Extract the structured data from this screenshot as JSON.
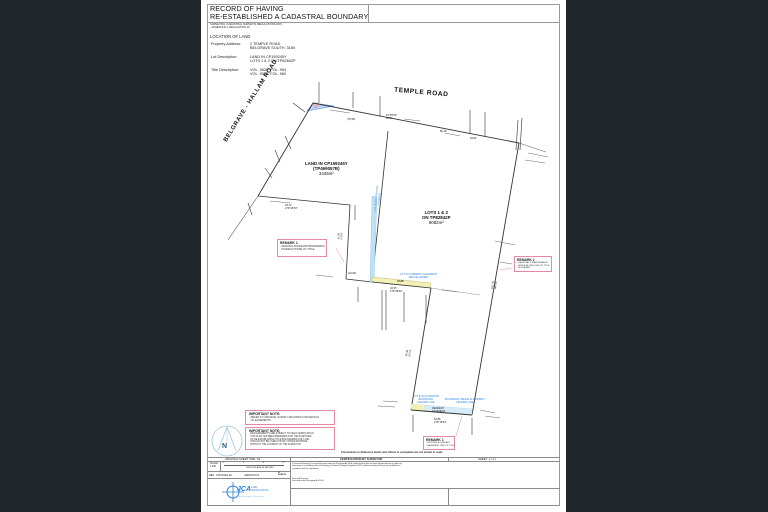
{
  "document": {
    "title_line1": "RECORD OF HAVING",
    "title_line2": "RE-ESTABLISHED A CADASTRAL BOUNDARY",
    "regulations_line1": "SURVEYING (CADASTRAL SURVEYS) REGULATIONS 2015",
    "regulations_line2": "- SCHEDULE 4, REGULATION 16",
    "location_heading": "LOCATION OF LAND",
    "property_address_label": "Property Address:",
    "property_address": "2 TEMPLE ROAD\nBELGRAVE SOUTH, 3160",
    "lot_description_label": "Lot Description:",
    "lot_description": "LAND IN CP159245Y\nLOTS 1 & 2 ON TP82842P",
    "title_description_label": "Title Description:",
    "title_description": "VOL. 9528  FOL. 994\nVOL. 9523  FOL. 960"
  },
  "plan": {
    "roads": {
      "temple_road": "TEMPLE ROAD",
      "belgrave_hallam_road": "BELGRAVE - HALLAM ROAD"
    },
    "parcels": [
      {
        "name": "LAND IN CP159245Y\n(TP469057B)",
        "area": "3445m²"
      },
      {
        "name": "LOTS 1 & 2\nON TP82842P",
        "area": "8082m²"
      }
    ],
    "dimensions": {
      "temple_top_left": "(78.95)",
      "temple_mid": "80.48",
      "temple_right": "69.83",
      "bearing_top": "87°55'30\"\n80.84",
      "inner_bottom": "18.72\n279°18'30\"",
      "inner_left": "41.84\n0°0'0\"",
      "mid_segment": "(24.80)",
      "mid_segment_2": "40.55\n279°18'30\"",
      "yellow_strip": "37.95",
      "right_side": "151.75\n188°36'",
      "left_long": "90.45\n10°18'",
      "bottom": "52.88\n279°18'30\"",
      "bottom_left": "RESIDENT\nEASEMENT"
    },
    "blue_annotations": {
      "top_right": "LOT IN OCCUPATION\n(FENCED)",
      "mid": "LOT IN CURRENT ALIGNMENT\nFENCE OFFSET",
      "bottom_left": "LOT IN OCCUPATION\nBOUNDARY\nFENCED LINE",
      "bottom_right": "BOUNDARY FENCE ALIGNMENT\nFENCED LINE"
    },
    "notes": [
      {
        "title": "REMARK 1",
        "body": "- FENCING BOUNDARY/BORDERING\n  INSIDE/OUTSIDE OF TITLE"
      },
      {
        "title": "REMARK 1",
        "body": "- RESIDUAL & MAINTENANCE\n  FENCE ALONG LINE OF TITLE\n  BOUNDARY"
      },
      {
        "title": "REMARK 1",
        "body": "- FENCING BOUNDARY\n  EASEMENT LINE OF TITLE"
      }
    ]
  },
  "important_notes": [
    {
      "title": "IMPORTANT NOTE:",
      "body": "- REFER TO ORIGINAL SURVEY RECORDS FOR DETAILS\n  OF EASEMENTS"
    },
    {
      "title": "IMPORTANT NOTE:",
      "body": "- MEASUREMENTS ARE SUBJECT TO FIELD VERIFICATION\n  THIS PLAN HAS BEEN PREPARED FOR THE PURPOSES\n  OF RE-ESTABLISHING TITLE BOUNDARIES ONLY AND\n  SHOULD NOT BE USED FOR ANY OTHER PURPOSE\n  WITHOUT THE CONSENT OF THE SURVEYOR"
    }
  ],
  "title_block": {
    "north_label": "N",
    "connections_note": "Connections to Reference marks and offsets to occupation are not shown to scale",
    "original_sheet_size": "ORIGINAL SHEET SIZE  A3",
    "scale_label": "SCALE\n1:400",
    "scale_ticks": [
      "0",
      "4",
      "8",
      "12"
    ],
    "length_units": "LENGTHS ARE IN METRES",
    "ref_label": "REF:",
    "ref_value": "3157N11E-02",
    "version_label": "VERSION",
    "version_value": "V1",
    "sheet_count": "21\nSHEETS",
    "certification_heading": "CERTIFICATION BY SURVEYOR",
    "sheet_label": "SHEET  1 of 1",
    "certification_text": "I, [Licensed Surveyor], Licensed Surveyor under the Surveying Act 2004 certify that this plan has been prepared by me or under my\nsupervision in accordance with the Surveying (Cadastral Surveys) Regulations 2015 and the boundary has been re-established in\naccordance with the regulations.",
    "surveyor_name": "Licensed Surveyor\nLicensed under Surveying Act 2004",
    "company_name": "JCA",
    "company_tagline": "LAND\nCONSULTANTS",
    "company_sub": "Land Surveyors Consultants"
  },
  "colors": {
    "background": "#22272b",
    "page": "#ffffff",
    "line": "#333333",
    "remark_border": "#e58aa0",
    "blue_annotation": "#2b7fd6",
    "yellow_strip": "#f3f0b5",
    "blue_strip": "#bfe0f5"
  }
}
